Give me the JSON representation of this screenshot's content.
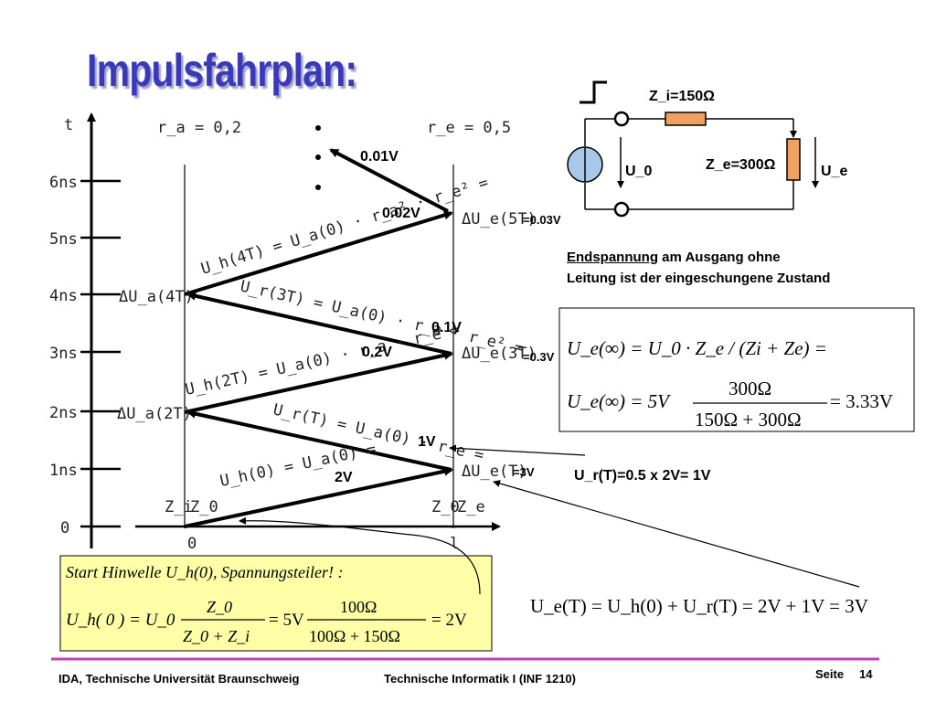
{
  "title": "Impulsfahrplan:",
  "axis": {
    "t_label": "t",
    "ticks": [
      "6ns",
      "5ns",
      "4ns",
      "3ns",
      "2ns",
      "1ns",
      "0"
    ],
    "pos_start": "0",
    "pos_end": "l"
  },
  "params": {
    "ra": "r_a = 0,2",
    "re": "r_e = 0,5"
  },
  "impedances": {
    "zi": "Z_i",
    "z0_left": "Z_0",
    "z0_right": "Z_0",
    "ze": "Z_e"
  },
  "waves": {
    "uh0": {
      "expr": "U_h(0) = U_a(0) =",
      "value": "2V"
    },
    "ur_t": {
      "expr": "U_r(T) = U_a(0) · r_e =",
      "value": "1V"
    },
    "uh_2t": {
      "expr": "U_h(2T) = U_a(0) · r_a · r_e =",
      "value": "0.2V"
    },
    "ur_3t": {
      "expr": "U_r(3T) = U_a(0) · r_a · r_e² =",
      "value": "0.1V"
    },
    "uh_4t": {
      "expr": "U_h(4T) = U_a(0) · r_a² · r_e² =",
      "value": "0.02V"
    },
    "next": {
      "value": "0.01V"
    }
  },
  "deltas": {
    "due_t": {
      "label": "ΔU_e(T)",
      "value": "=3V"
    },
    "due_3t": {
      "label": "ΔU_e(3T)",
      "value": "=0.3V"
    },
    "due_5t": {
      "label": "ΔU_e(5T)",
      "value": "=0.03V"
    },
    "dua_2t": {
      "label": "ΔU_a(2T)"
    },
    "dua_4t": {
      "label": "ΔU_a(4T)"
    }
  },
  "circuit": {
    "zi": "Z_i=150Ω",
    "ze": "Z_e=300Ω",
    "u0": "U_0",
    "ue": "U_e"
  },
  "endspannung": {
    "line1_underlined": "Endspannung",
    "line1_rest": " am Ausgang ohne",
    "line2": "Leitung ist der eingeschungene Zustand"
  },
  "formula_box": {
    "f1": "U_e(∞) = U_0 · Z_e / (Zi + Ze) =",
    "f2_lhs": "U_e(∞) = 5V",
    "f2_num": "300Ω",
    "f2_den": "150Ω + 300Ω",
    "f2_result": "= 3.33V"
  },
  "ur_note": "U_r(T)=0.5 x 2V= 1V",
  "ue_eq": "U_e(T) = U_h(0) + U_r(T) = 2V + 1V = 3V",
  "start_box": {
    "line1": "Start Hinwelle U_h(0), Spannungsteiler! :",
    "lhs": "U_h( 0 ) = U_0",
    "num": "Z_0",
    "den": "Z_0 + Z_i",
    "mid": "= 5V",
    "num2": "100Ω",
    "den2": "100Ω + 150Ω",
    "result": "= 2V"
  },
  "footer": {
    "left": "IDA, Technische Universität Braunschweig",
    "center": "Technische Informatik I (INF 1210)",
    "page_label": "Seite",
    "page_number": "14"
  },
  "colors": {
    "title": "#3a3ab8",
    "start_box": "#ffffa8",
    "divider": "#c040c0",
    "source_fill": "#a8c8e8",
    "resistor_fill": "#f0a060"
  }
}
